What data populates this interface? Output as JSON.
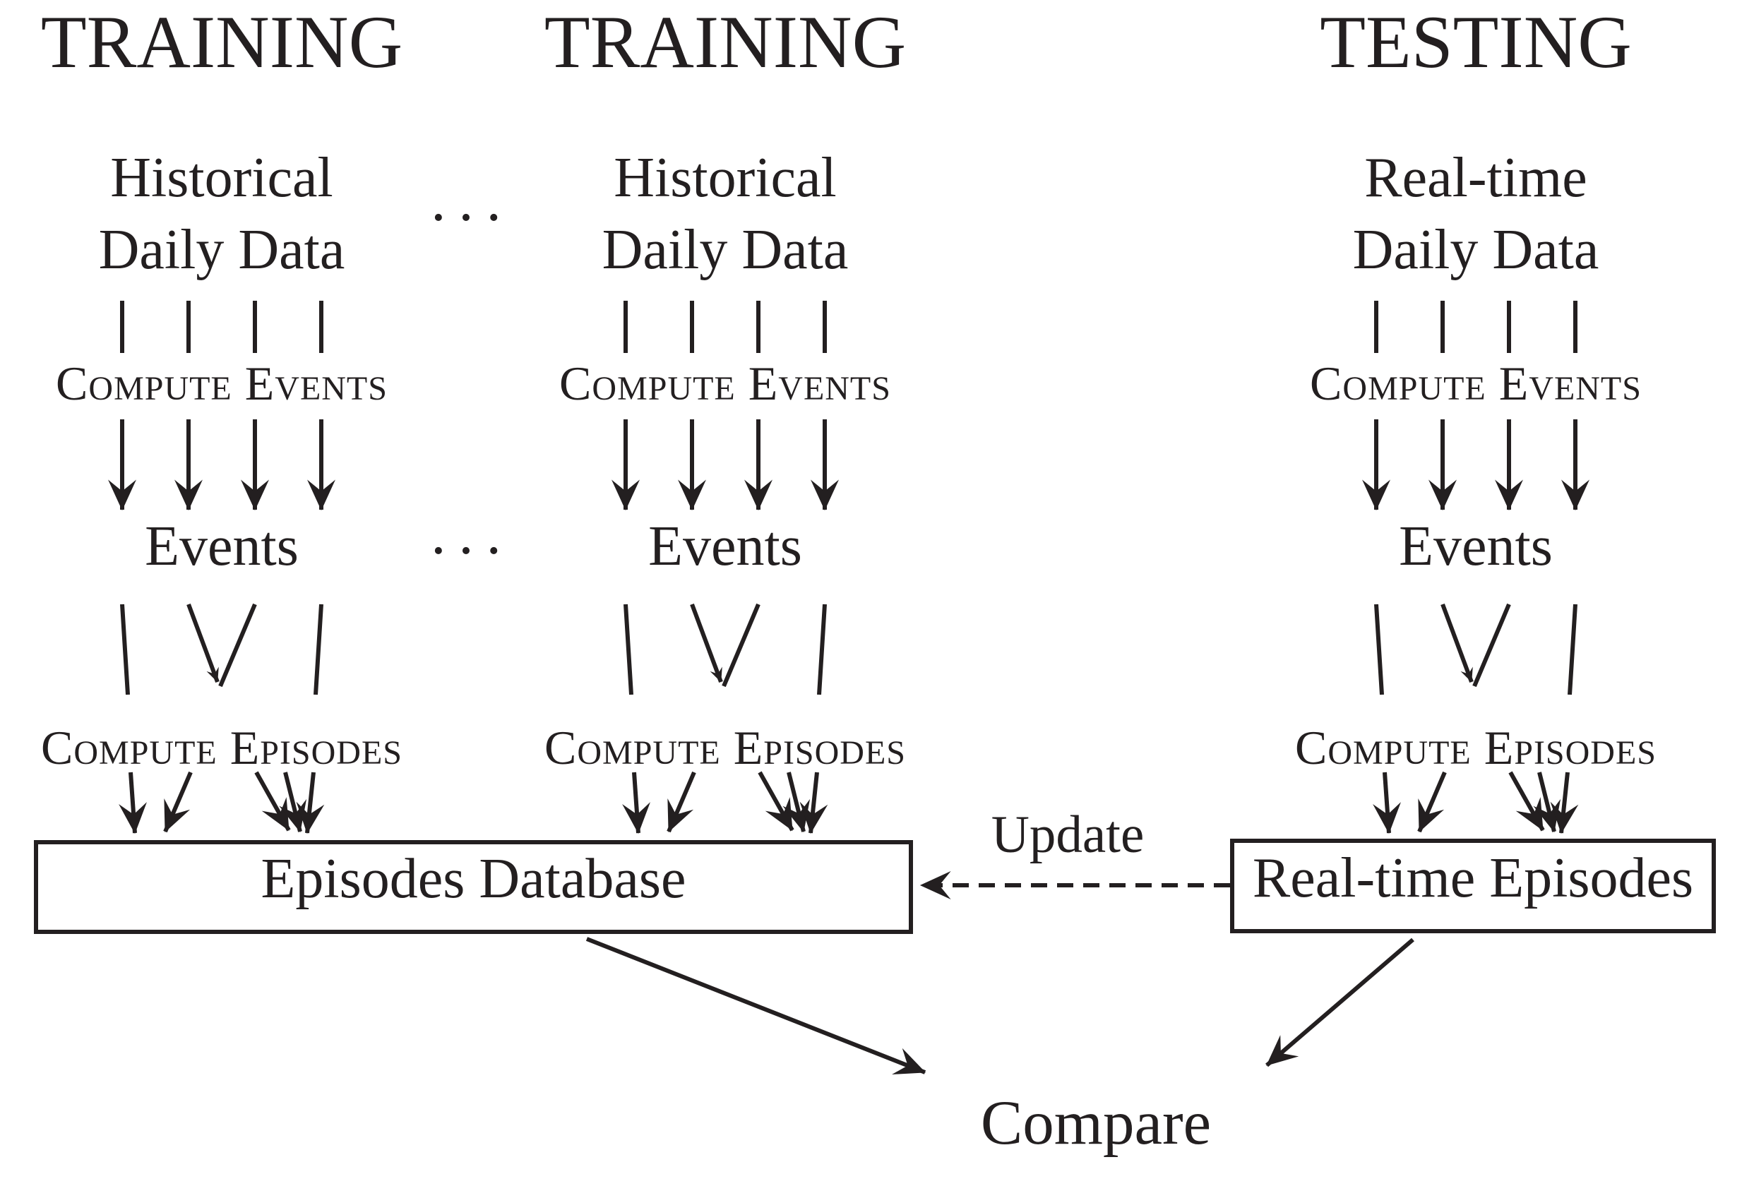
{
  "figure": {
    "columns": [
      {
        "phase": "TRAINING",
        "source_line1": "Historical",
        "source_line2": "Daily Data",
        "compute_events": "Compute Events",
        "events": "Events",
        "compute_episodes": "Compute Episodes"
      },
      {
        "phase": "TRAINING",
        "source_line1": "Historical",
        "source_line2": "Daily Data",
        "compute_events": "Compute Events",
        "events": "Events",
        "compute_episodes": "Compute Episodes"
      },
      {
        "phase": "TESTING",
        "source_line1": "Real-time",
        "source_line2": "Daily Data",
        "compute_events": "Compute Events",
        "events": "Events",
        "compute_episodes": "Compute Episodes"
      }
    ],
    "ellipsis": "• • •",
    "episodes_database_box": "Episodes Database",
    "realtime_episodes_box": "Real-time Episodes",
    "update_label": "Update",
    "compare_label": "Compare",
    "ink_color": "#231f20"
  }
}
